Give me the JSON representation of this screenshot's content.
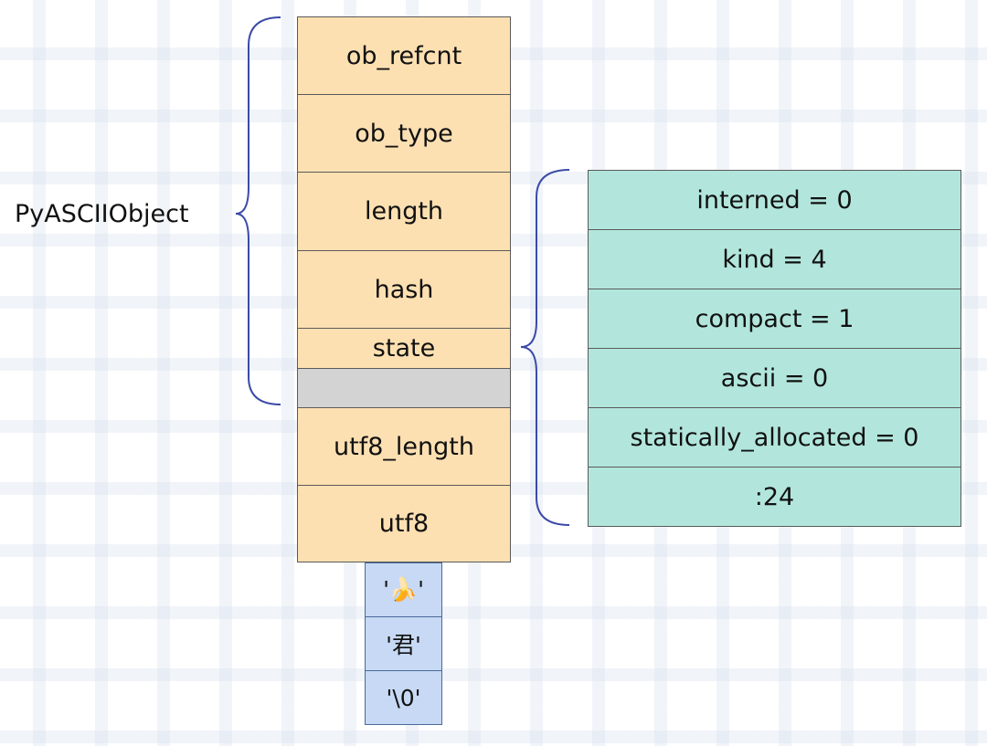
{
  "object_label": "PyASCIIObject",
  "struct_fields": [
    {
      "text": "ob_refcnt"
    },
    {
      "text": "ob_type"
    },
    {
      "text": "length"
    },
    {
      "text": "hash"
    },
    {
      "text": "state"
    },
    {
      "text": ""
    },
    {
      "text": "utf8_length"
    },
    {
      "text": "utf8"
    }
  ],
  "state_bits": [
    {
      "text": "interned = 0"
    },
    {
      "text": "kind = 4"
    },
    {
      "text": "compact = 1"
    },
    {
      "text": "ascii = 0"
    },
    {
      "text": "statically_allocated = 0"
    },
    {
      "text": ":24"
    }
  ],
  "array_items": [
    {
      "text": "'🍌'"
    },
    {
      "text": "'君'"
    },
    {
      "text": "'\\0'"
    }
  ],
  "colors": {
    "struct_fill": "#fde0b2",
    "padding_fill": "#d3d3d3",
    "state_fill": "#b2e6dc",
    "array_fill": "#c7d9f4",
    "brace_stroke": "#3b4aa8"
  }
}
